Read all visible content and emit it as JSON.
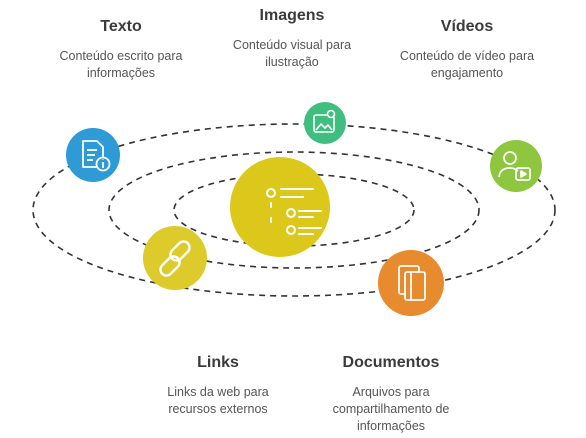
{
  "categories": [
    {
      "id": "texto",
      "title": "Texto",
      "description": "Conteúdo escrito para informações",
      "color": "#2f9bd6",
      "icon": "document-info-icon"
    },
    {
      "id": "imagens",
      "title": "Imagens",
      "description": "Conteúdo visual para ilustração",
      "color": "#3fbe7f",
      "icon": "image-icon"
    },
    {
      "id": "videos",
      "title": "Vídeos",
      "description": "Conteúdo de vídeo para engajamento",
      "color": "#8ec63f",
      "icon": "video-person-icon"
    },
    {
      "id": "links",
      "title": "Links",
      "description": "Links da web para recursos externos",
      "color": "#dccb2b",
      "icon": "link-icon"
    },
    {
      "id": "documentos",
      "title": "Documentos",
      "description": "Arquivos para compartilhamento de informações",
      "color": "#e88a2e",
      "icon": "files-icon"
    }
  ],
  "center": {
    "color": "#dcc81a",
    "icon": "list-icon"
  }
}
